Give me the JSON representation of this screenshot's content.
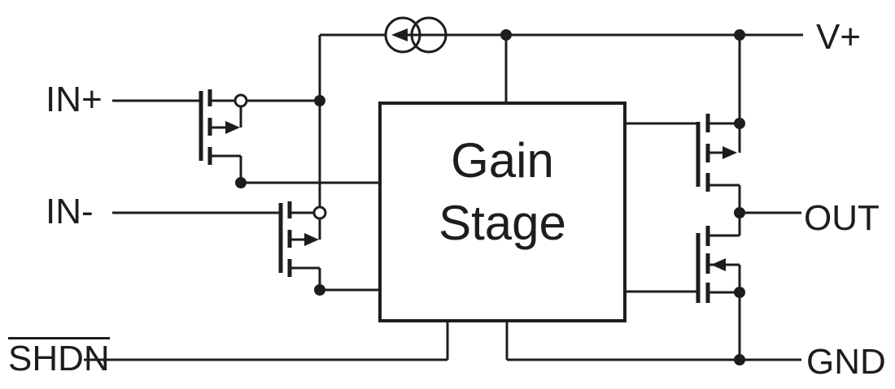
{
  "figure": {
    "type": "op-amp functional block diagram",
    "background_color": "#ffffff",
    "ink_color": "#1d1d1d",
    "block": {
      "label_line1": "Gain",
      "label_line2": "Stage"
    },
    "ports": {
      "in_plus": "IN+",
      "in_minus": "IN-",
      "shdn": "SHDN",
      "v_plus": "V+",
      "out": "OUT",
      "gnd": "GND"
    },
    "icons": [
      {
        "name": "current-source-icon",
        "meaning": "tail bias current source"
      },
      {
        "name": "pmos-input-inplus-icon",
        "meaning": "p-channel input transistor"
      },
      {
        "name": "pmos-input-inminus-icon",
        "meaning": "p-channel input transistor"
      },
      {
        "name": "pmos-output-icon",
        "meaning": "high-side output transistor"
      },
      {
        "name": "nmos-output-icon",
        "meaning": "low-side output transistor"
      }
    ]
  }
}
